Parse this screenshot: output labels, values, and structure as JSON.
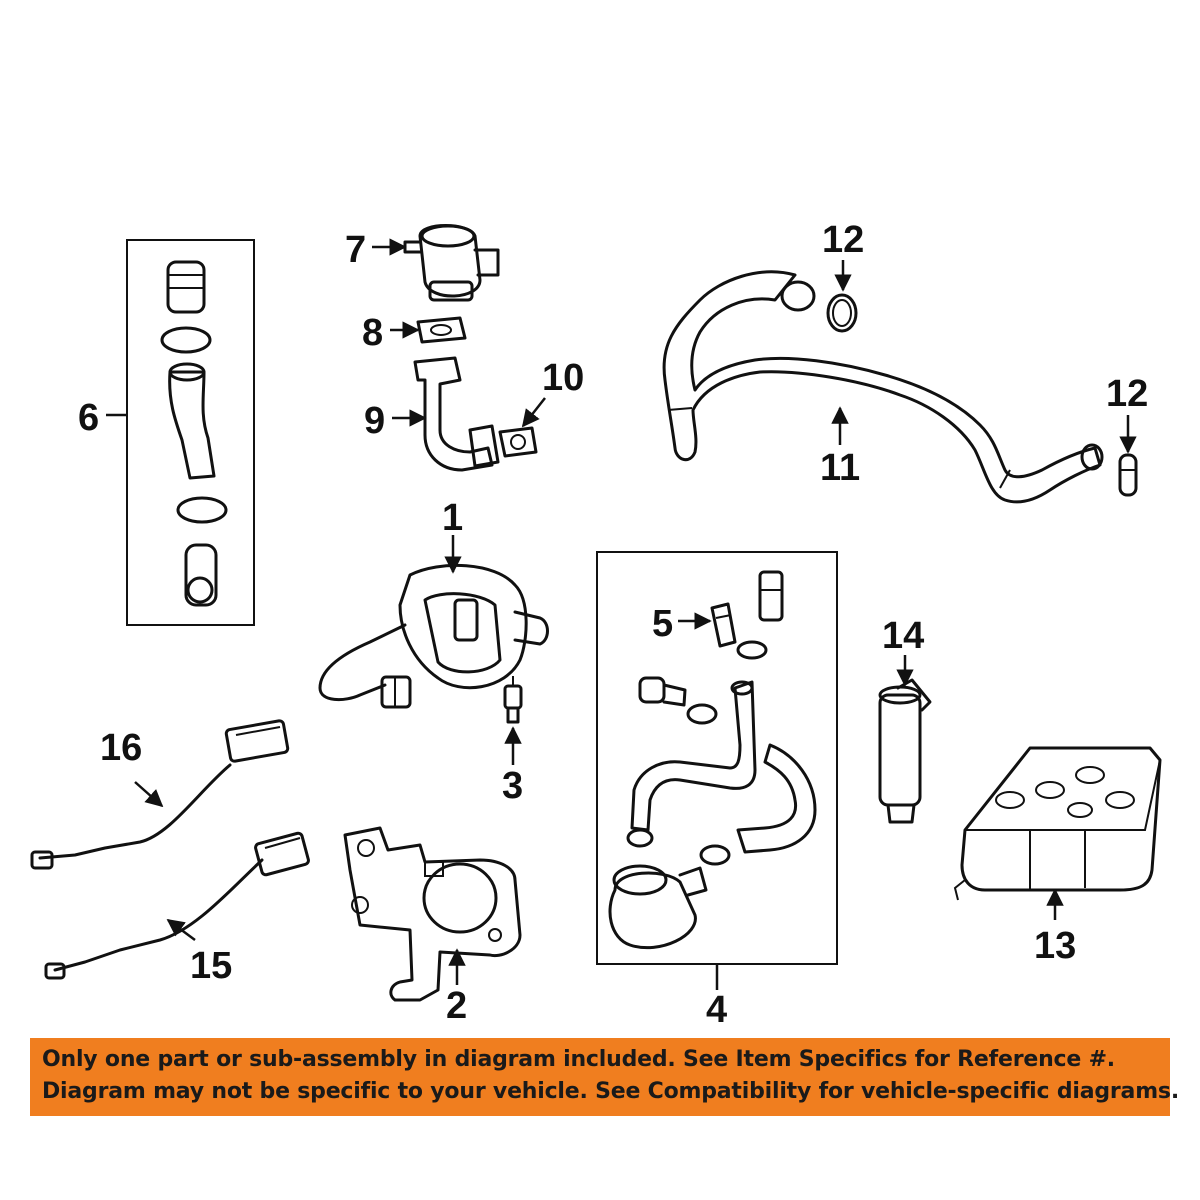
{
  "callouts": {
    "c1": "1",
    "c2": "2",
    "c3": "3",
    "c4": "4",
    "c5": "5",
    "c6": "6",
    "c7": "7",
    "c8": "8",
    "c9": "9",
    "c10": "10",
    "c11": "11",
    "c12a": "12",
    "c12b": "12",
    "c13": "13",
    "c14": "14",
    "c15": "15",
    "c16": "16"
  },
  "banner": {
    "line1": "Only one part or sub-assembly in diagram included. See Item Specifics for Reference #.",
    "line2": "Diagram may not be specific to your vehicle. See Compatibility for vehicle-specific diagrams.",
    "background_color": "#f07e1f"
  }
}
